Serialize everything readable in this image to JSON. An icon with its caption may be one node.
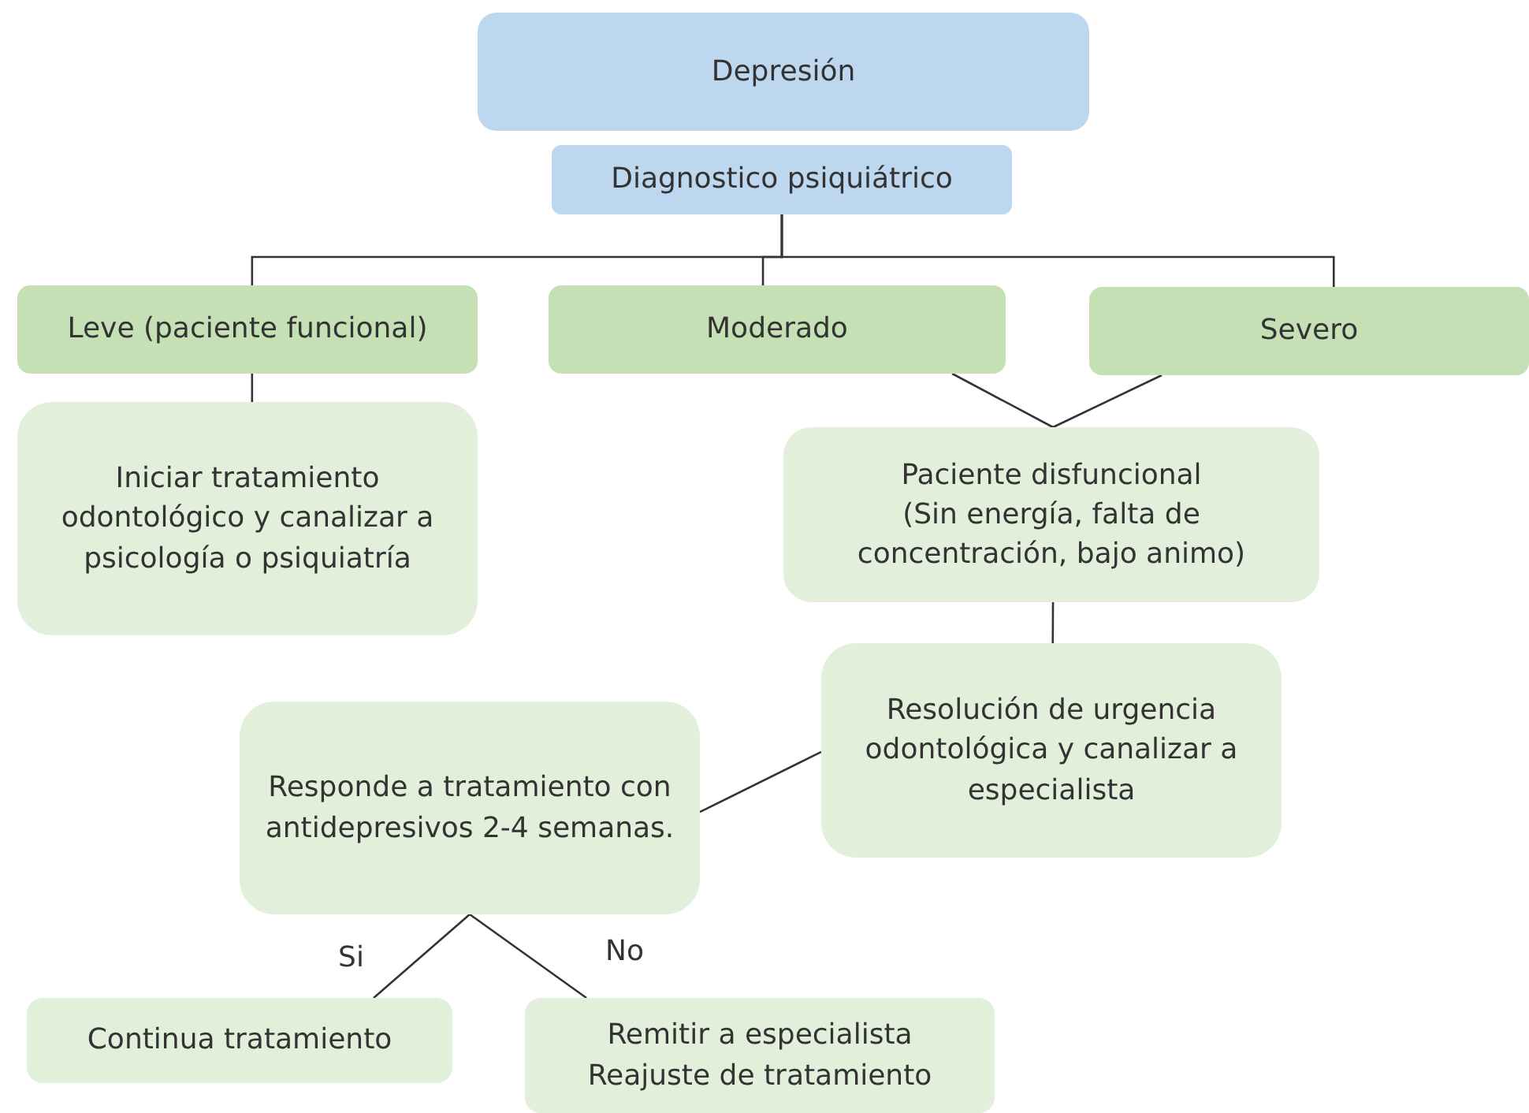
{
  "diagram": {
    "nodes": [
      {
        "text": [
          "Depresión"
        ]
      },
      {
        "text": [
          "Diagnostico psiquiátrico"
        ]
      },
      {
        "text": [
          "Leve (paciente funcional)"
        ]
      },
      {
        "text": [
          "Moderado"
        ]
      },
      {
        "text": [
          "Severo"
        ]
      },
      {
        "text": [
          "Iniciar tratamiento odontológico y canalizar a psicología o psiquiatría"
        ]
      },
      {
        "text": [
          "Paciente disfuncional",
          "(Sin energía, falta de concentración, bajo animo)"
        ]
      },
      {
        "text": [
          "Resolución de urgencia odontológica y canalizar a especialista"
        ]
      },
      {
        "text": [
          "Responde a tratamiento con antidepresivos 2-4 semanas."
        ]
      },
      {
        "text": [
          "Continua tratamiento"
        ]
      },
      {
        "text": [
          "Remitir a especialista",
          "Reajuste de tratamiento"
        ]
      }
    ],
    "edges": [
      {
        "from": 1,
        "to": 2,
        "arrow": "none"
      },
      {
        "from": 1,
        "to": 3,
        "arrow": "none"
      },
      {
        "from": 1,
        "to": 4,
        "arrow": "none"
      },
      {
        "from": 2,
        "to": 5,
        "arrow": "none"
      },
      {
        "from": 3,
        "to": 6,
        "arrow": "none"
      },
      {
        "from": 4,
        "to": 6,
        "arrow": "none"
      },
      {
        "from": 6,
        "to": 7,
        "arrow": "none"
      },
      {
        "from": 7,
        "to": 8,
        "arrow": "none"
      },
      {
        "from": 8,
        "to": 9,
        "label": "Si",
        "arrow": "none"
      },
      {
        "from": 8,
        "to": 10,
        "label": "No",
        "arrow": "none"
      }
    ]
  }
}
